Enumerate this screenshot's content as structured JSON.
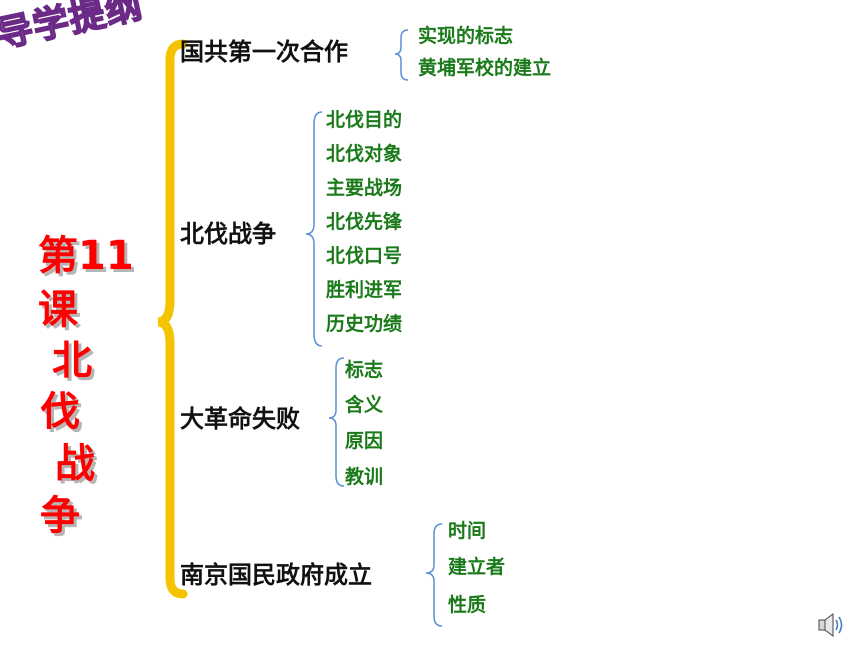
{
  "guide_title": "导学提纲",
  "lesson": {
    "lines": [
      "第11",
      "课",
      "北",
      "伐",
      "战",
      "争"
    ]
  },
  "topics": [
    {
      "label": "国共第一次合作",
      "items": [
        "实现的标志",
        "黄埔军校的建立"
      ]
    },
    {
      "label": "北伐战争",
      "items": [
        "北伐目的",
        "北伐对象",
        "主要战场",
        "北伐先锋",
        "北伐口号",
        "胜利进军",
        "历史功绩"
      ]
    },
    {
      "label": "大革命失败",
      "items": [
        "标志",
        "含义",
        "原因",
        "教训"
      ]
    },
    {
      "label": "南京国民政府成立",
      "items": [
        "时间",
        "建立者",
        "性质"
      ]
    }
  ],
  "colors": {
    "main_bracket": "#f5c400",
    "sub_bracket": "#5b8fd6",
    "lesson_title": "#ff0000",
    "sub_text": "#1a7a1a"
  },
  "icons": {
    "speaker": "speaker-icon"
  }
}
